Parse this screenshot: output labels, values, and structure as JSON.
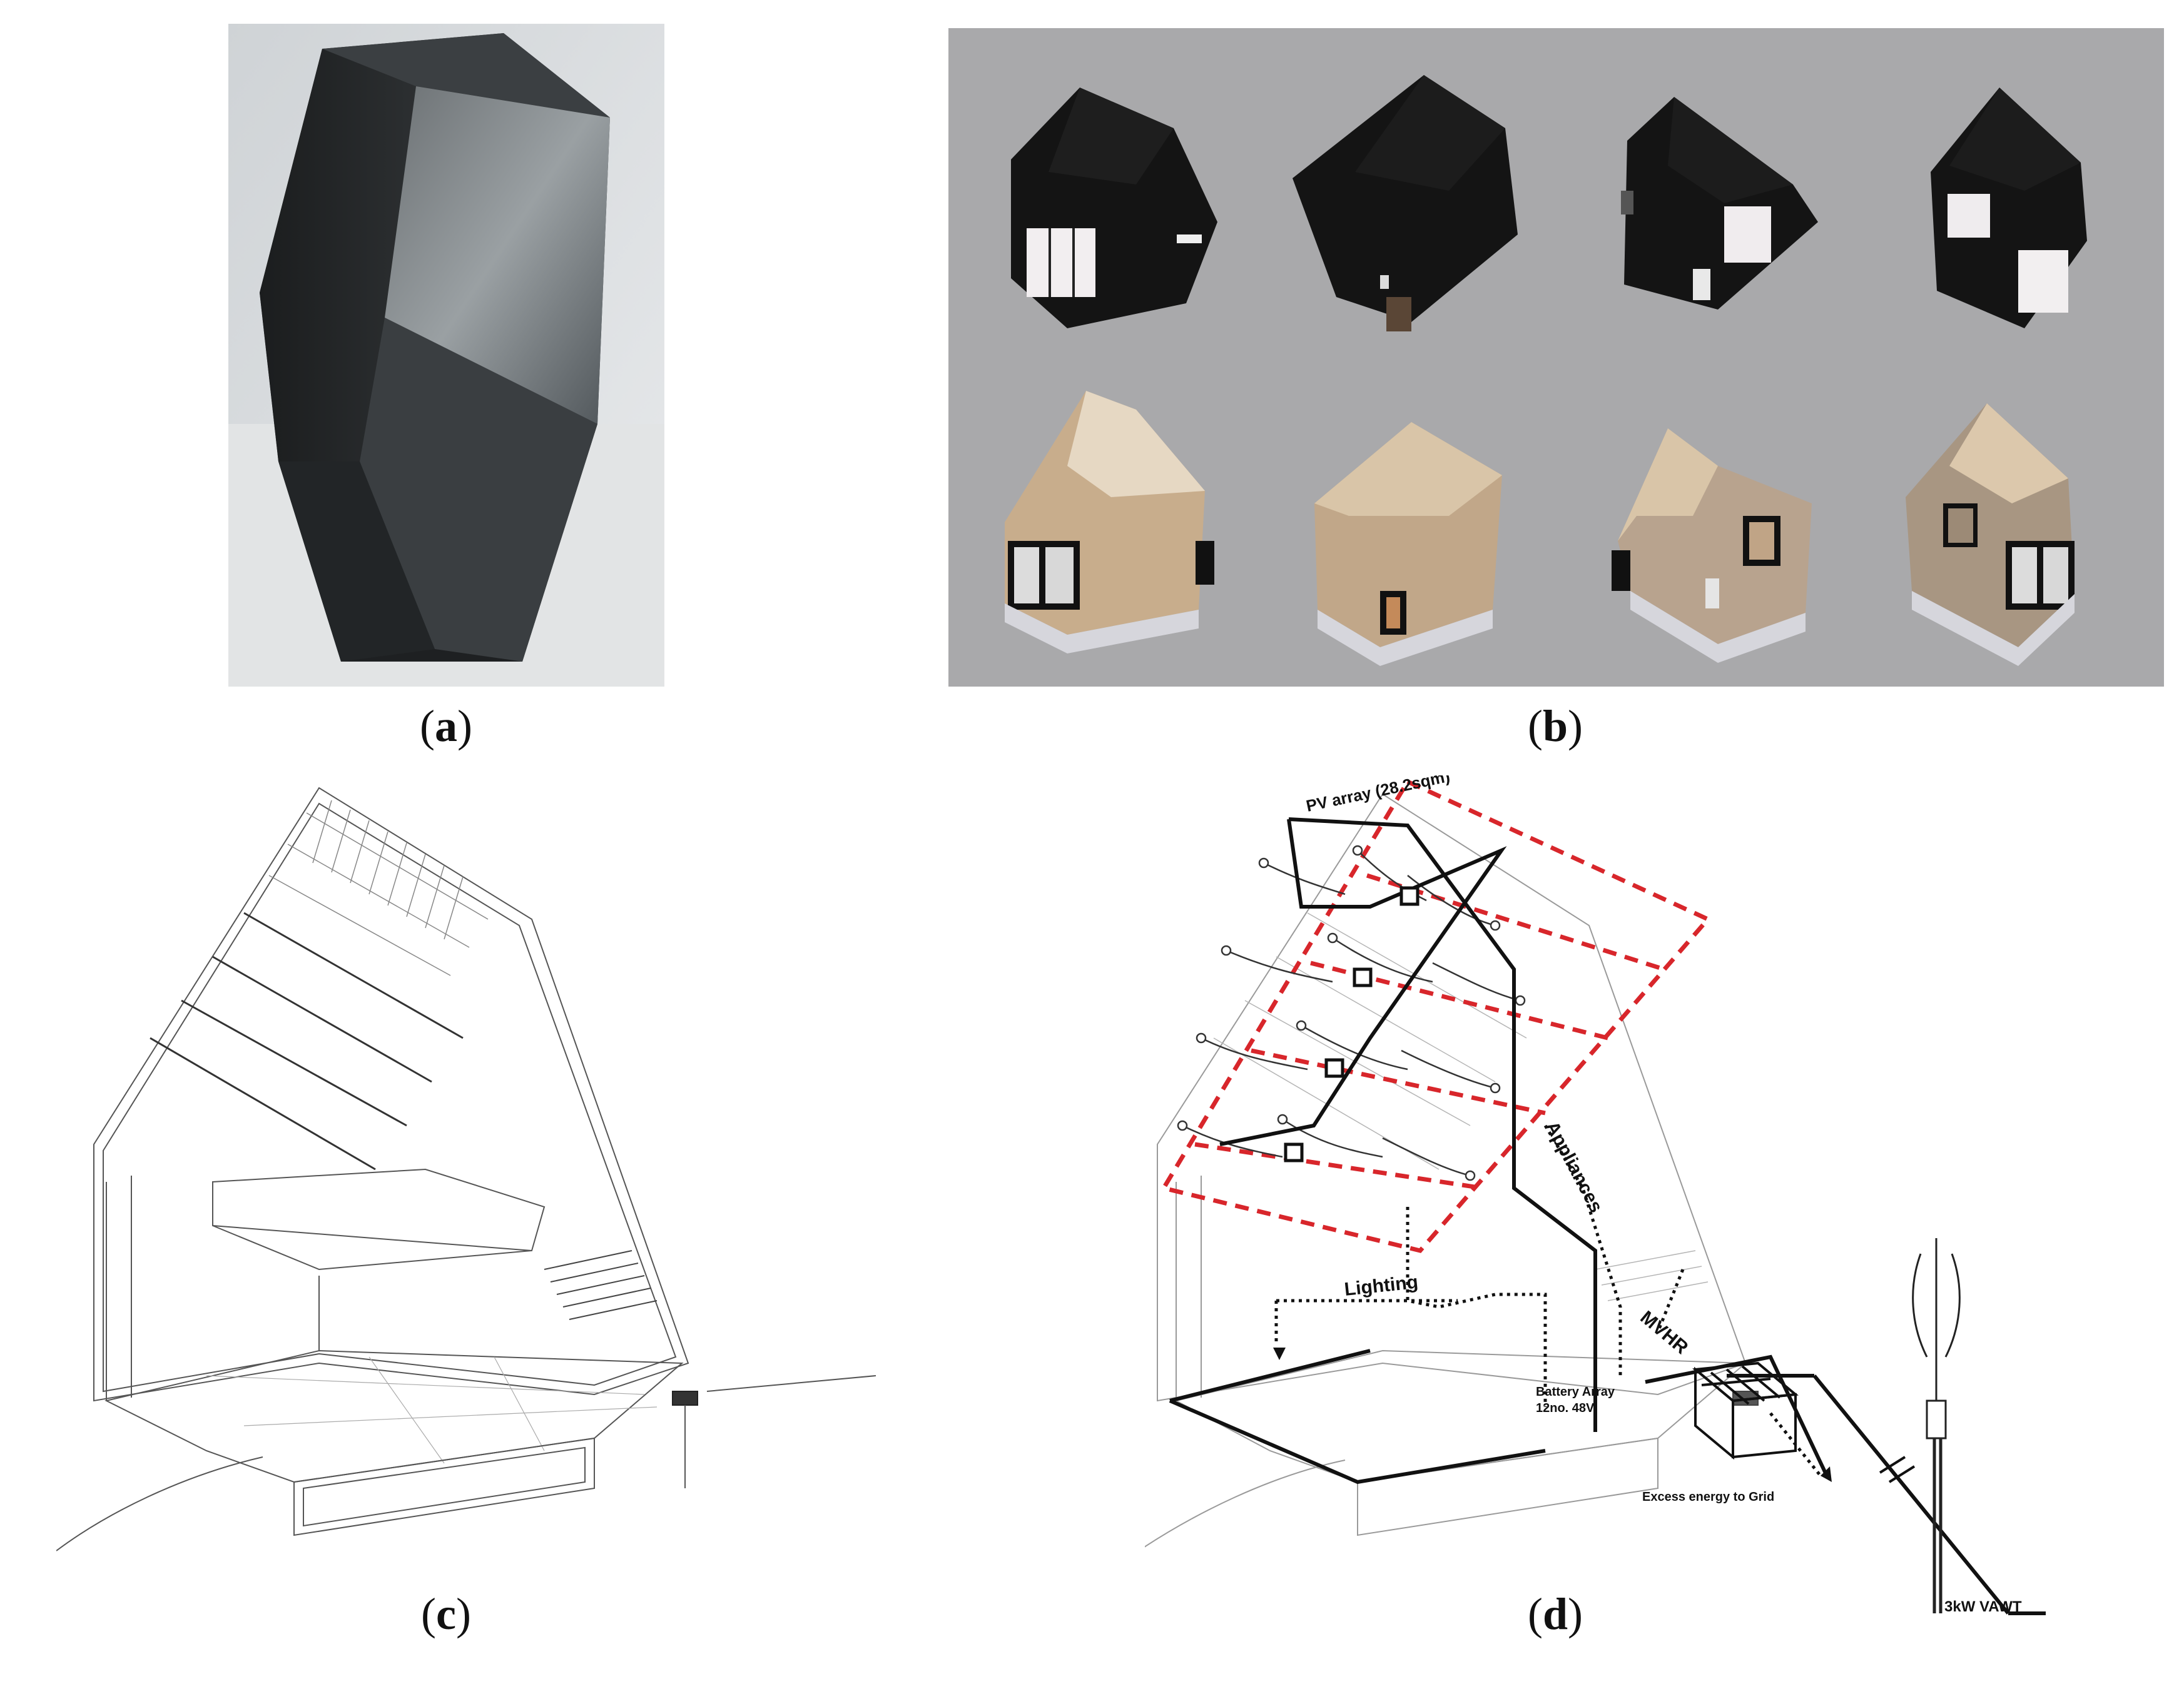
{
  "panels": [
    {
      "id": "a",
      "caption_letter": "a"
    },
    {
      "id": "b",
      "caption_letter": "b"
    },
    {
      "id": "c",
      "caption_letter": "c"
    },
    {
      "id": "d",
      "caption_letter": "d"
    }
  ],
  "diagram_d": {
    "pv_array": "PV array (28.2sqm)",
    "appliances": "Appliances",
    "lighting": "Lighting",
    "mvhr": "MVHR",
    "battery_line1": "Battery Array",
    "battery_line2": "12no. 48V",
    "excess": "Excess energy to Grid",
    "vawt": "3kW VAWT"
  },
  "colors": {
    "panel_b_bg": "#a9a9ab",
    "dashed_red": "#d8262b",
    "dark_form": "#141414",
    "timber": "#c8ad8c"
  }
}
